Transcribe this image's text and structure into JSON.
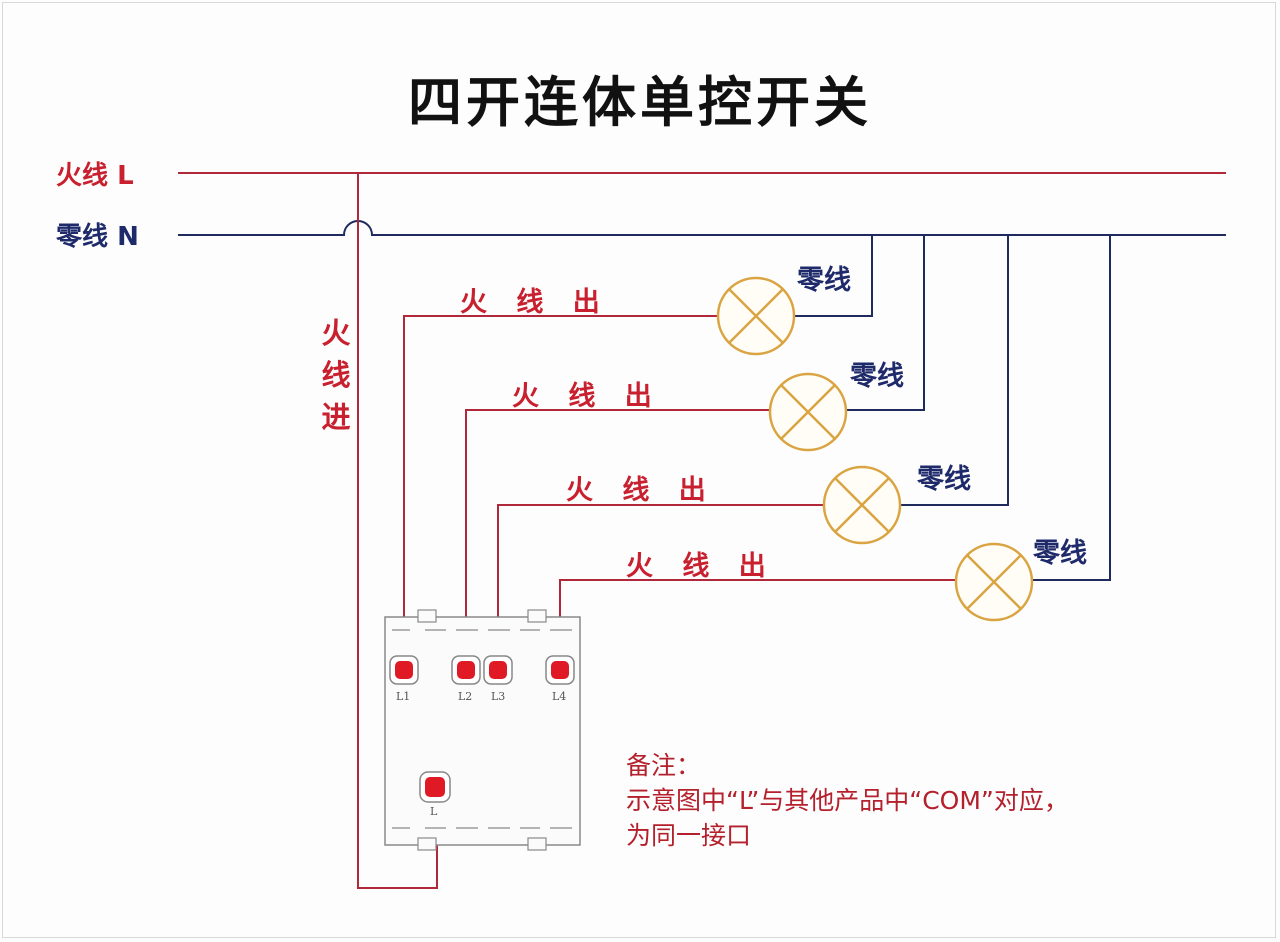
{
  "title": "四开连体单控开关",
  "rails": {
    "live": {
      "name": "火线",
      "letter": "L"
    },
    "neutral": {
      "name": "零线",
      "letter": "N"
    }
  },
  "live_in": [
    "火",
    "线",
    "进"
  ],
  "outputs": [
    {
      "label": "火 线 出",
      "neutral_label": "零线",
      "terminal": "L1"
    },
    {
      "label": "火 线 出",
      "neutral_label": "零线",
      "terminal": "L2"
    },
    {
      "label": "火 线 出",
      "neutral_label": "零线",
      "terminal": "L3"
    },
    {
      "label": "火 线 出",
      "neutral_label": "零线",
      "terminal": "L4"
    }
  ],
  "common_terminal": "L",
  "note": {
    "heading": "备注：",
    "line1": "示意图中“L”与其他产品中“COM”对应，",
    "line2": "为同一接口"
  },
  "colors": {
    "live": "#b0283a",
    "neutral": "#1f2a5e",
    "lamp": "#d9a441",
    "terminal": "#e01a24",
    "title": "#111111"
  }
}
